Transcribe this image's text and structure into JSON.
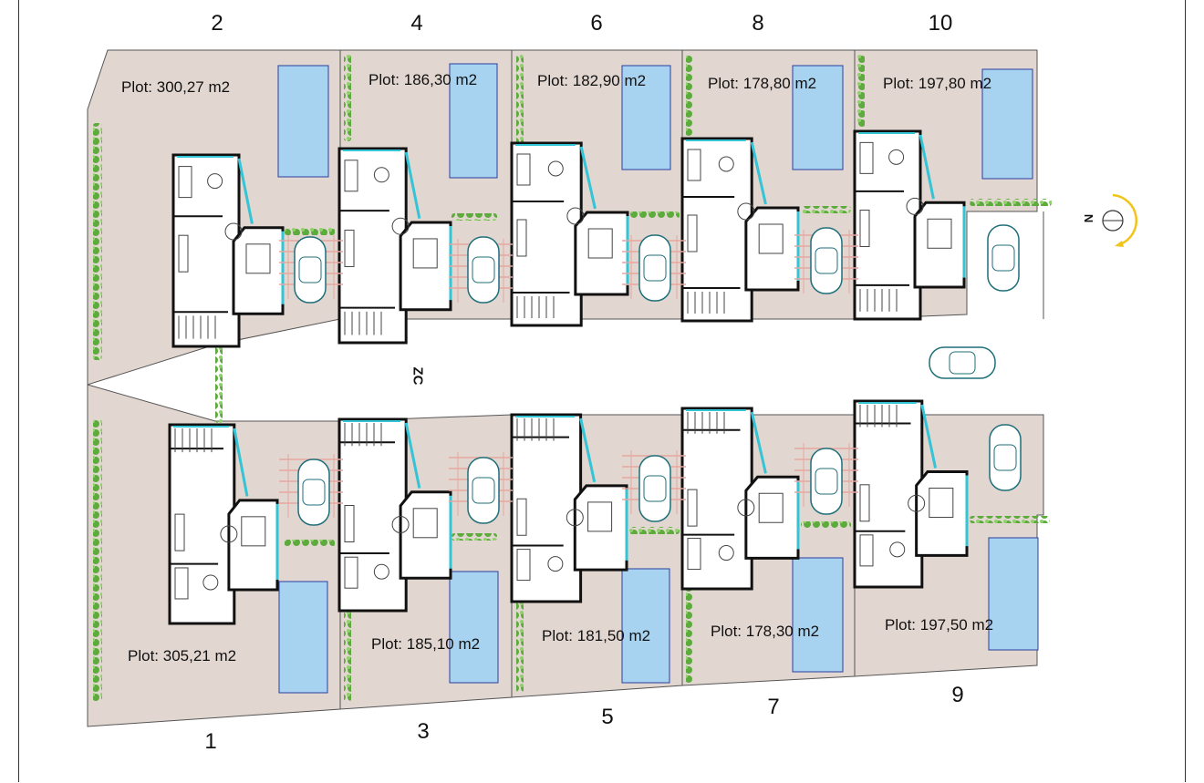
{
  "plot_numbers": {
    "p1": "1",
    "p2": "2",
    "p3": "3",
    "p4": "4",
    "p5": "5",
    "p6": "6",
    "p7": "7",
    "p8": "8",
    "p9": "9",
    "p10": "10"
  },
  "plot_areas": {
    "p1": "Plot: 305,21 m2",
    "p2": "Plot: 300,27 m2",
    "p3": "Plot: 185,10 m2",
    "p4": "Plot: 186,30 m2",
    "p5": "Plot: 181,50 m2",
    "p6": "Plot: 182,90 m2",
    "p7": "Plot: 178,30 m2",
    "p8": "Plot: 178,80 m2",
    "p9": "Plot: 197,50 m2",
    "p10": "Plot: 197,80 m2"
  },
  "compass_label": "N",
  "road_label": "ZC",
  "colors": {
    "plot_fill": "#e2d6d0",
    "pool_fill": "#a8d3f0",
    "pool_stroke": "#2b3fa0",
    "glazing": "#33c4d6",
    "hedge": "#5dab3c",
    "wall": "#111111",
    "compass_arrow": "#f0c419"
  },
  "icons": {
    "car": "car-icon",
    "pool": "pool-icon",
    "compass": "compass-icon",
    "hedge": "hedge-icon"
  }
}
